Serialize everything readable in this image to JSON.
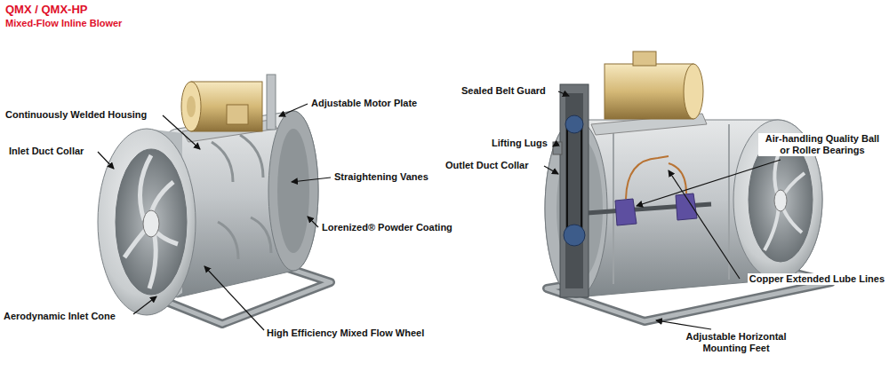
{
  "diagram": {
    "title": "QMX / QMX-HP",
    "labels": [
      "Mixed-Flow Inline Blower",
      "Continuously Welded Housing",
      "Adjustable Motor Plate",
      "Inlet Duct Collar",
      "Straightening Vanes",
      "Lorenized® Powder Coating",
      "Aerodynamic Inlet Cone",
      "High Efficiency Mixed Flow Wheel",
      "Sealed Belt Guard",
      "Lifting Lugs",
      "Outlet Duct Collar",
      "Air-handling Quality Ball or Roller Bearings",
      "Copper Extended Lube Lines",
      "Adjustable Horizontal Mounting Feet"
    ]
  }
}
